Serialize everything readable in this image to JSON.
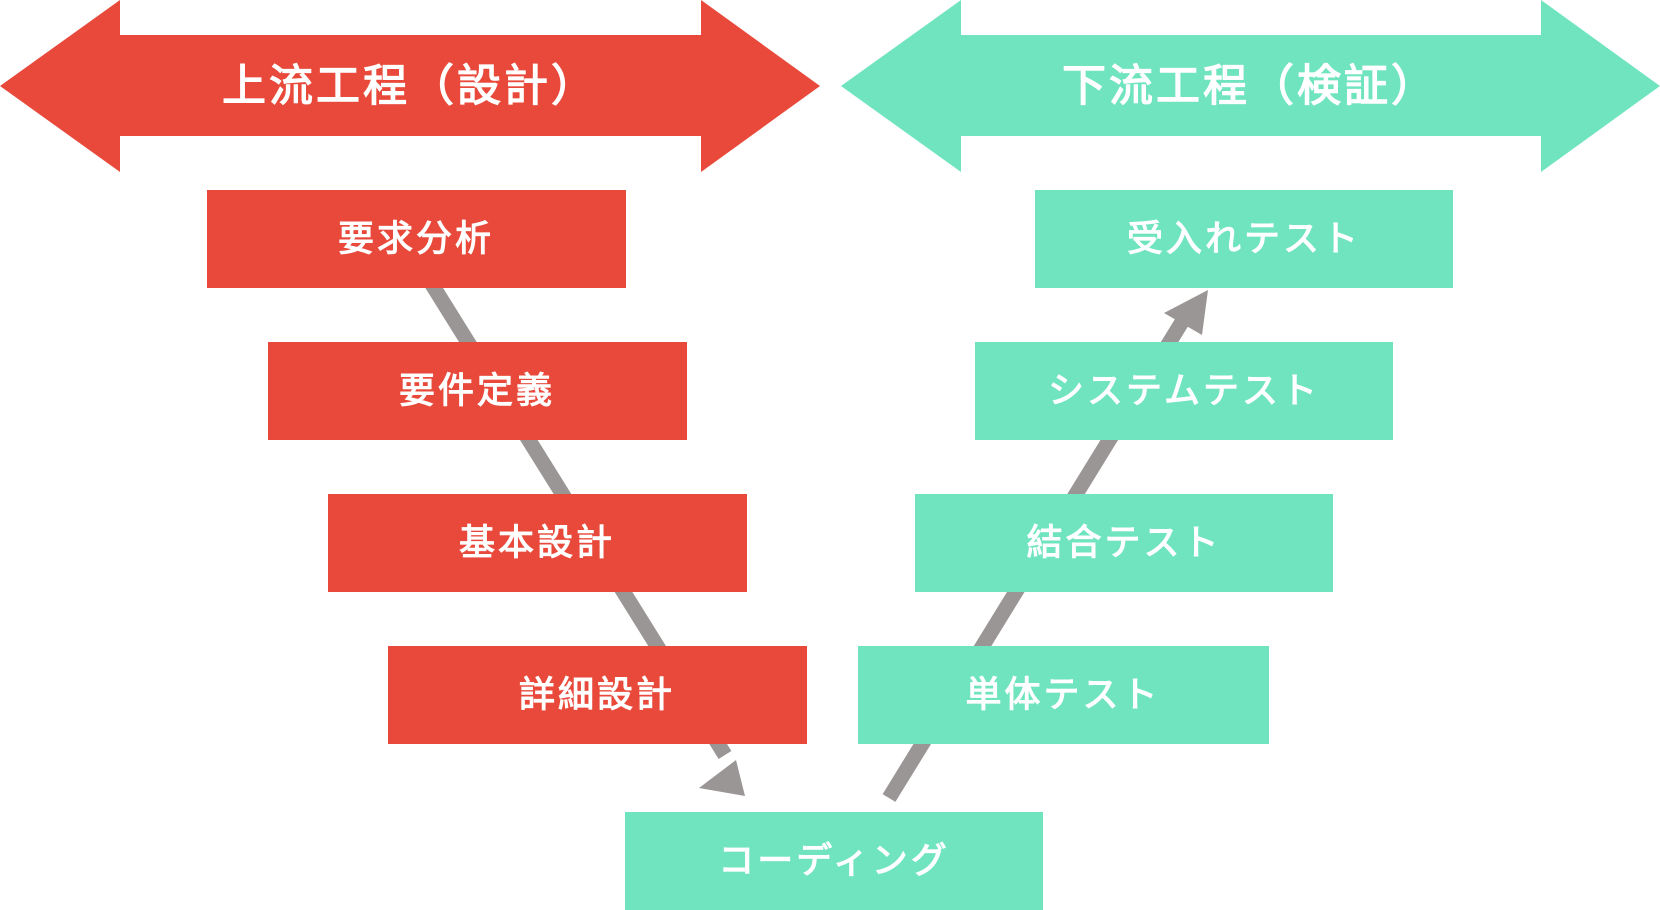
{
  "colors": {
    "upstream": "#e8493a",
    "downstream": "#6fe4bf",
    "connector": "#9b9696",
    "text": "#ffffff"
  },
  "banners": {
    "upstream": "上流工程（設計）",
    "downstream": "下流工程（検証）"
  },
  "design_steps": [
    "要求分析",
    "要件定義",
    "基本設計",
    "詳細設計"
  ],
  "coding_step": "コーディング",
  "test_steps": [
    "単体テスト",
    "結合テスト",
    "システムテスト",
    "受入れテスト"
  ]
}
